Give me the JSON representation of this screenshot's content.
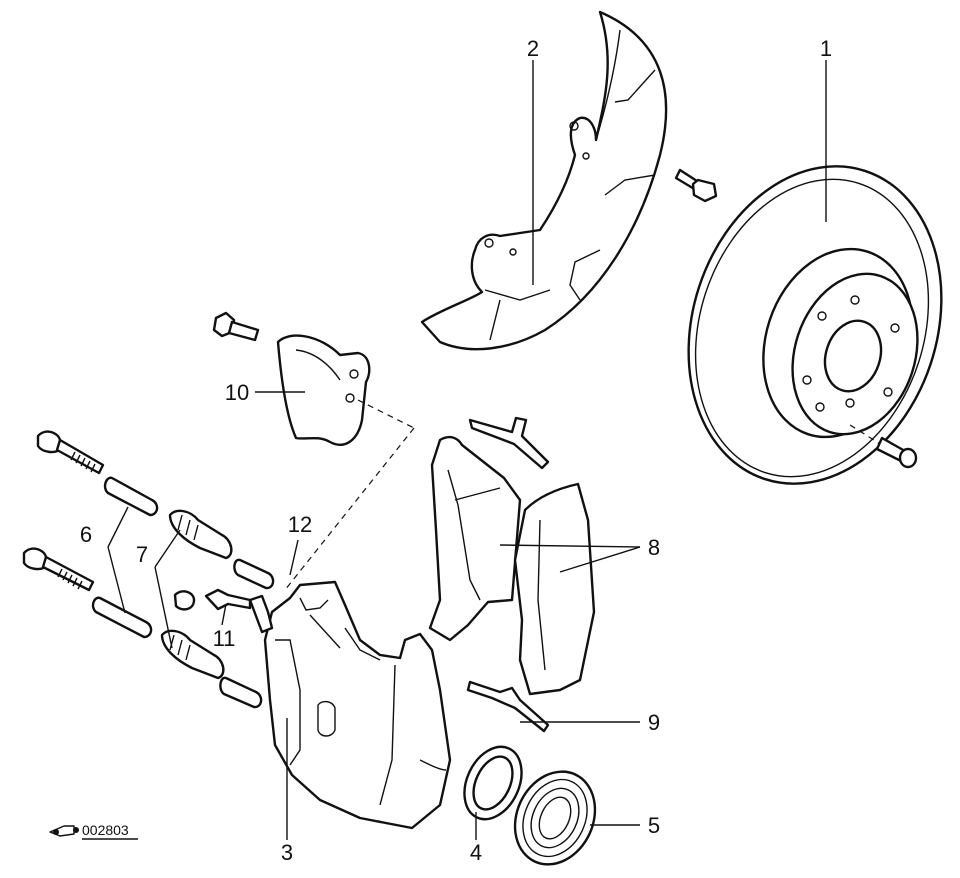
{
  "callouts": {
    "c1": "1",
    "c2": "2",
    "c3": "3",
    "c4": "4",
    "c5": "5",
    "c6": "6",
    "c7": "7",
    "c8": "8",
    "c9": "9",
    "c10": "10",
    "c11": "11",
    "c12": "12"
  },
  "figure_code": "002803"
}
